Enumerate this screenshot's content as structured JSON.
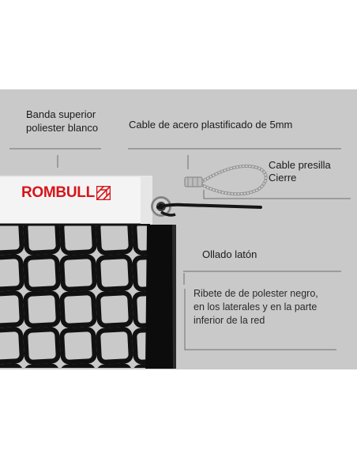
{
  "labels": {
    "top_band": [
      "Banda superior",
      "poliester blanco"
    ],
    "steel_cable": "Cable de acero plastificado de 5mm",
    "loop_cable": [
      "Cable presilla",
      "Cierre"
    ],
    "eyelet": "Ollado latón",
    "edge_binding": [
      "Ribete de  de polester negro,",
      "en los laterales y en la parte",
      "inferior de la red"
    ]
  },
  "brand": {
    "name": "ROMBULL",
    "color": "#d7141a"
  },
  "colors": {
    "panel": "#c9c9c9",
    "net": "#111111",
    "band": "#f4f4f4",
    "leader": "#6f6f6f"
  },
  "icons": [
    "rombull-logo-icon",
    "brass-eyelet-icon",
    "steel-cable-loop-icon"
  ]
}
